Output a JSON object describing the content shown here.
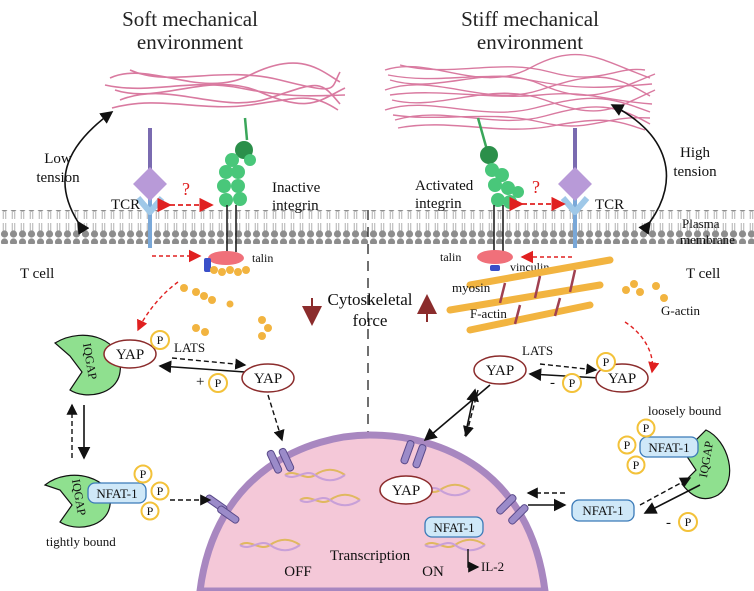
{
  "colors": {
    "fiber": "#d97aa0",
    "membrane_head": "#8d8d8d",
    "membrane_tail": "#bdbdbd",
    "nucleus": "#f4c8d8",
    "nucleus_border": "#a887c0",
    "integrin": "#49c77a",
    "integrin_dark": "#2b8f4a",
    "tcr": "#9fc8e8",
    "tcr_head": "#b89ad8",
    "iqgap": "#8fe08f",
    "phos": "#f3c23a",
    "arrow_red": "#e02020",
    "force_arrow": "#8b2c2c",
    "pore": "#9b8bc9"
  },
  "left": {
    "title_line1": "Soft mechanical",
    "title_line2": "environment",
    "tension_line1": "Low",
    "tension_line2": "tension",
    "tcr": "TCR",
    "integrin_line1": "Inactive",
    "integrin_line2": "integrin",
    "question": "?",
    "cell": "T cell",
    "talin": "talin",
    "lats": "LATS",
    "plus_p": "+",
    "iqgap": "IQGAP",
    "bound": "tightly bound",
    "off": "OFF"
  },
  "right": {
    "title_line1": "Stiff mechanical",
    "title_line2": "environment",
    "tension_line1": "High",
    "tension_line2": "tension",
    "tcr": "TCR",
    "integrin_line1": "Activated",
    "integrin_line2": "integrin",
    "question": "?",
    "membrane_line1": "Plasma",
    "membrane_line2": "membrane",
    "cell": "T cell",
    "talin": "talin",
    "vinculin": "vinculin",
    "myosin": "myosin",
    "factin": "F-actin",
    "gactin": "G-actin",
    "lats": "LATS",
    "minus_p": "-",
    "iqgap": "IQGAP",
    "bound": "loosely bound",
    "on": "ON",
    "il2": "IL-2"
  },
  "center": {
    "force_line1": "Cytoskeletal",
    "force_line2": "force",
    "transcription": "Transcription"
  },
  "molecules": {
    "yap": "YAP",
    "nfat": "NFAT-1",
    "p": "P"
  }
}
